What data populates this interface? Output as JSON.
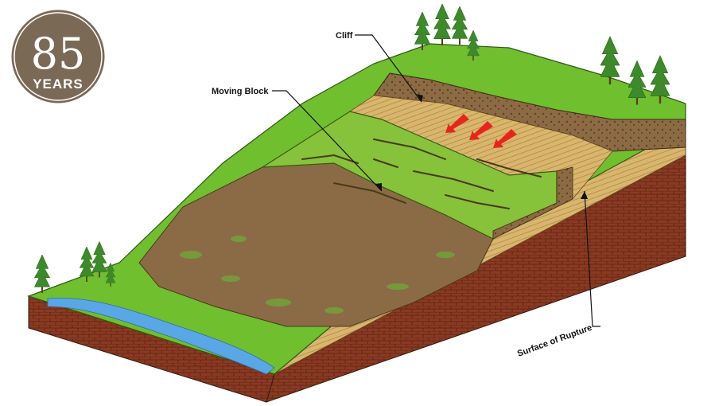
{
  "badge": {
    "number": "85",
    "word": "YEARS",
    "color": "#7a6a55"
  },
  "labels": {
    "cliff": "Cliff",
    "moving_block": "Moving Block",
    "surface_of_rupture": "Surface of Rupture"
  },
  "colors": {
    "grass": "#6fbf2e",
    "block": "#86c23a",
    "debris": "#8b6b45",
    "soil": "#a5764a",
    "brick": "#8a3a22",
    "water": "#5aa7e6",
    "arrow": "#e8251c"
  }
}
